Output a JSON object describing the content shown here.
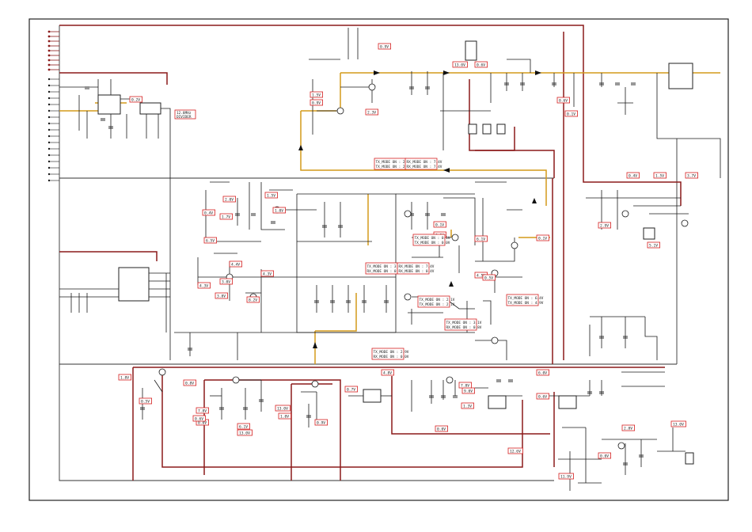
{
  "diagram": {
    "colors": {
      "trace": "#1a1a1a",
      "power_rail": "#8b1a1a",
      "signal_rail": "#d49a1a",
      "label_border": "#d42020",
      "frame": "#222222"
    },
    "voltage_labels": [
      "0.9V",
      "0.9V",
      "1.5V",
      "2.3V",
      "0.2V",
      "13.0V",
      "0.6V",
      "0.6V",
      "0.1V",
      "2.0V",
      "0.4V",
      "1.5V",
      "1.0V",
      "1.7V",
      "6.5V",
      "0.1V",
      "6.1V",
      "6.1V",
      "0.1V",
      "4.5V",
      "0.5V",
      "4.4V",
      "4.3V",
      "4.3V",
      "3.0V",
      "3.8V",
      "8.2V",
      "0.4V",
      "1.5V",
      "3.7V",
      "2.9V",
      "5.1V",
      "1.8V",
      "0.8V",
      "0.5V",
      "7.8V",
      "0.0V",
      "6.1V",
      "13.0V",
      "1.0V",
      "0.9V",
      "0.7V",
      "4.8V",
      "9.0V",
      "1.3V",
      "0.0V",
      "12.6V",
      "6.0V",
      "0.6V",
      "2.8V",
      "13.0V",
      "0.0V",
      "11.9V",
      "0.6V",
      "7.8V",
      "13.0V"
    ],
    "mode_tables": [
      [
        "TX_MODE ON : 2.9V",
        "TX_MODE ON : 2.5V"
      ],
      [
        "RX_MODE ON : 7.4V",
        "RX_MODE ON : 7.4V"
      ],
      [
        "TX_MODE ON : 0.1V",
        "TX_MODE ON : 0.0V"
      ],
      [
        "TX_MODE ON : 3.0V",
        "RX_MODE ON : 0.0V"
      ],
      [
        "RX_MODE ON : 7.4V",
        "RX_MODE ON : 0.4V"
      ],
      [
        "TX_MODE ON : 2.1V",
        "TX_MODE ON : 2.1V"
      ],
      [
        "TX_MODE ON : 6.4V",
        "TX_MODE ON : 4.9V"
      ],
      [
        "TX_MODE ON : 3.1V",
        "RX_MODE ON : 0.8V"
      ],
      [
        "TX_MODE ON : 2.9V",
        "RX_MODE ON : 0.0V"
      ]
    ],
    "component_note": [
      "12.8MHz",
      "DIVIDER"
    ]
  }
}
